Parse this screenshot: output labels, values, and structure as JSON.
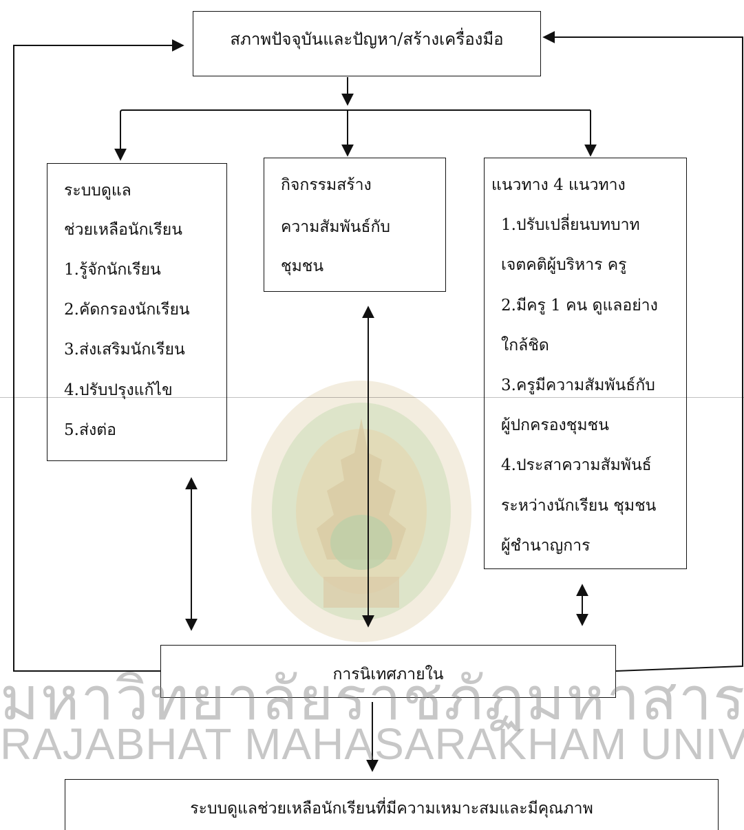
{
  "diagram": {
    "top_box": {
      "label": "สภาพปัจจุบันและปัญหา/สร้างเครื่องมือ"
    },
    "left_box": {
      "lines": [
        "ระบบดูแล",
        "ช่วยเหลือนักเรียน",
        "1.รู้จักนักเรียน",
        "2.คัดกรองนักเรียน",
        "3.ส่งเสริมนักเรียน",
        "4.ปรับปรุงแก้ไข",
        "5.ส่งต่อ"
      ]
    },
    "middle_box": {
      "lines": [
        "กิจกรรมสร้าง",
        "ความสัมพันธ์กับ",
        "ชุมชน"
      ]
    },
    "right_box": {
      "lines": [
        "แนวทาง 4 แนวทาง",
        "1.ปรับเปลี่ยนบทบาท",
        "เจตคติผู้บริหาร ครู",
        "2.มีครู 1 คน ดูแลอย่าง",
        "ใกล้ชิด",
        "3.ครูมีความสัมพันธ์กับ",
        "ผู้ปกครองชุมชน",
        "4.ประสาความสัมพันธ์",
        "ระหว่างนักเรียน ชุมชน",
        "ผู้ชำนาญการ"
      ]
    },
    "supervision_box": {
      "label": "การนิเทศภายใน"
    },
    "bottom_box": {
      "label": "ระบบดูแลช่วยเหลือนักเรียนที่มีความเหมาะสมและมีคุณภาพ"
    }
  },
  "watermark": {
    "thai": "มหาวิทยาลัยราชภัฏมหาสารคาม",
    "english": "RAJABHAT MAHASARAKHAM UNIVERSITY",
    "colors": {
      "ring": "#c9b98a",
      "inner": "#a9c49a",
      "center": "#d8c8a0"
    }
  },
  "colors": {
    "line": "#111111",
    "background": "#ffffff"
  }
}
